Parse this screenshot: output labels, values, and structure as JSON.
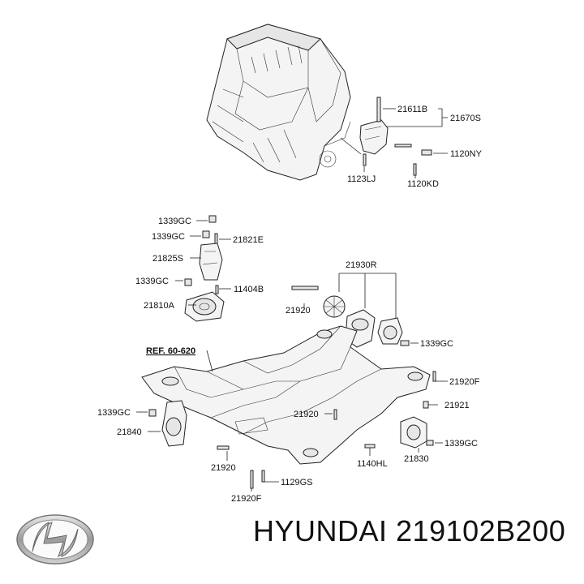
{
  "labels": {
    "p21611B": "21611B",
    "p21670S": "21670S",
    "p1120NY": "1120NY",
    "p1123LJ": "1123LJ",
    "p1120KD": "1120KD",
    "p1339GC_a": "1339GC",
    "p1339GC_b": "1339GC",
    "p21821E": "21821E",
    "p21825S": "21825S",
    "p1339GC_c": "1339GC",
    "p11404B": "11404B",
    "p21810A": "21810A",
    "p21930R": "21930R",
    "p21920_a": "21920",
    "p1339GC_d": "1339GC",
    "ref": "REF. 60-620",
    "p21920F_a": "21920F",
    "p1339GC_e": "1339GC",
    "p21921": "21921",
    "p21840": "21840",
    "p21920_b": "21920",
    "p1339GC_f": "1339GC",
    "p1140HL": "1140HL",
    "p21830": "21830",
    "p21920_c": "21920",
    "p1129GS": "1129GS",
    "p21920F_b": "21920F"
  },
  "footer": {
    "brand_text": "HYUNDAI 219102B200",
    "logo_icon": "hyundai-logo-icon"
  }
}
